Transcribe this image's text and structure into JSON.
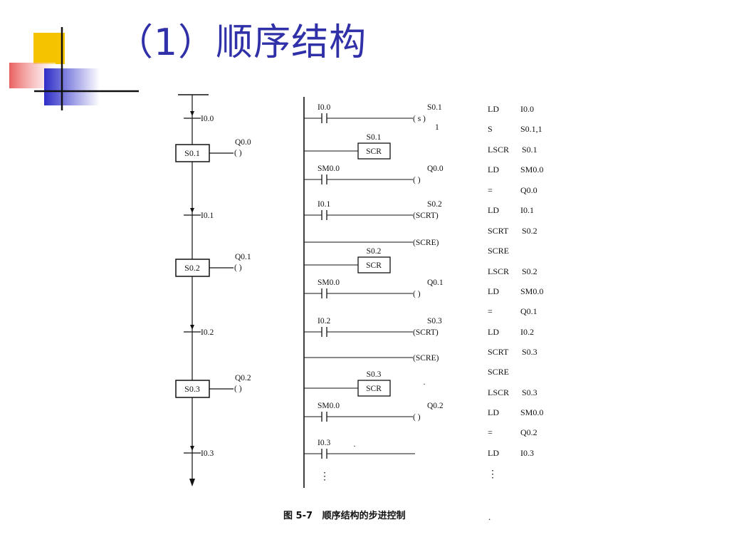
{
  "slide": {
    "title": "（1）顺序结构",
    "caption": "图 5-7   顺序结构的步进控制",
    "colors": {
      "title": "#3030a8",
      "deco_yellow": "#f6c300",
      "deco_red": "#e84e4e",
      "deco_blue": "#2e2ec8"
    }
  },
  "sfc": {
    "transitions": [
      "I0.0",
      "I0.1",
      "I0.2",
      "I0.3"
    ],
    "steps": [
      {
        "name": "S0.1",
        "output": "Q0.0",
        "coil": "(   )"
      },
      {
        "name": "S0.2",
        "output": "Q0.1",
        "coil": "(   )"
      },
      {
        "name": "S0.3",
        "output": "Q0.2",
        "coil": "(   )"
      }
    ]
  },
  "ladder": {
    "rows": [
      {
        "kind": "coil",
        "contact": "I0.0",
        "out": "S0.1",
        "coil": "( s )",
        "extra": "1"
      },
      {
        "kind": "box",
        "label": "S0.1",
        "text": "SCR"
      },
      {
        "kind": "coil",
        "contact": "SM0.0",
        "out": "Q0.0",
        "coil": "(   )"
      },
      {
        "kind": "coil",
        "contact": "I0.1",
        "out": "S0.2",
        "coil": "(SCRT)"
      },
      {
        "kind": "end",
        "coil": "(SCRE)"
      },
      {
        "kind": "box",
        "label": "S0.2",
        "text": "SCR"
      },
      {
        "kind": "coil",
        "contact": "SM0.0",
        "out": "Q0.1",
        "coil": "(   )"
      },
      {
        "kind": "coil",
        "contact": "I0.2",
        "out": "S0.3",
        "coil": "(SCRT)"
      },
      {
        "kind": "end",
        "coil": "(SCRE)"
      },
      {
        "kind": "box",
        "label": "S0.3",
        "text": "SCR"
      },
      {
        "kind": "coil",
        "contact": "SM0.0",
        "out": "Q0.2",
        "coil": "(   )"
      },
      {
        "kind": "open",
        "contact": "I0.3"
      }
    ],
    "ellipsis": "⋮"
  },
  "il": {
    "rows": [
      {
        "op": "LD",
        "arg": "I0.0"
      },
      {
        "op": "S",
        "arg": "S0.1,1"
      },
      {
        "op": "LSCR",
        "arg": "S0.1"
      },
      {
        "op": "LD",
        "arg": "SM0.0"
      },
      {
        "op": "=",
        "arg": "Q0.0"
      },
      {
        "op": "LD",
        "arg": "I0.1"
      },
      {
        "op": "SCRT",
        "arg": "S0.2"
      },
      {
        "op": "SCRE",
        "arg": ""
      },
      {
        "op": "LSCR",
        "arg": "S0.2"
      },
      {
        "op": "LD",
        "arg": "SM0.0"
      },
      {
        "op": "=",
        "arg": "Q0.1"
      },
      {
        "op": "LD",
        "arg": "I0.2"
      },
      {
        "op": "SCRT",
        "arg": "S0.3"
      },
      {
        "op": "SCRE",
        "arg": ""
      },
      {
        "op": "LSCR",
        "arg": "S0.3"
      },
      {
        "op": "LD",
        "arg": "SM0.0"
      },
      {
        "op": "=",
        "arg": "Q0.2"
      },
      {
        "op": "LD",
        "arg": "I0.3"
      }
    ],
    "ellipsis": "⋮"
  }
}
